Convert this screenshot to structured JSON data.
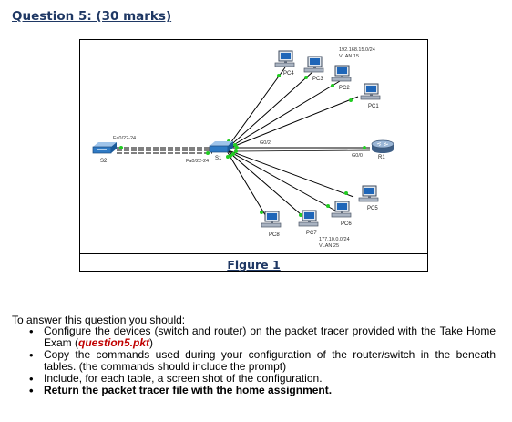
{
  "question": {
    "title": "Question 5: (30 marks)"
  },
  "figure": {
    "caption": "Figure 1",
    "labels": {
      "pc1": "PC1",
      "pc2": "PC2",
      "pc3": "PC3",
      "pc4": "PC4",
      "pc5": "PC5",
      "pc6": "PC6",
      "pc7": "PC7",
      "pc8": "PC8",
      "s1": "S1",
      "s2": "S2",
      "r1": "R1",
      "s1_g02": "G0/2",
      "r1_g00": "G0/0",
      "s2_ports": "Fa0/22-24",
      "s1_ports": "Fa0/22-24",
      "vlan15_net": "192.168.15.0/24",
      "vlan15_name": "VLAN 15",
      "vlan25_net": "177.10.0.0/24",
      "vlan25_name": "VLAN 25"
    }
  },
  "instructions": {
    "intro": "To answer this question you should:",
    "item1_pre": "Configure the devices (switch and router) on the packet tracer provided with the Take Home Exam (",
    "item1_file": "question5.pkt",
    "item1_post": ")",
    "item2": "Copy the commands used during your configuration of the router/switch in the beneath tables. (the commands should include the prompt)",
    "item3": "Include, for each table, a screen shot of the configuration.",
    "item4": "Return the packet tracer file with the home assignment."
  }
}
